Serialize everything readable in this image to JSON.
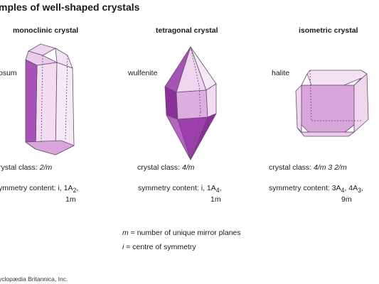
{
  "title": "mples of well-shaped crystals",
  "crystals": [
    {
      "heading": "monoclinic crystal",
      "mineral": "osum",
      "class_label": "rystal class: ",
      "class_value": "2/m",
      "sym_line1": "ymmetry content: i, 1A",
      "sym_sub": "2",
      "sym_line1_end": ",",
      "sym_line2": "1m"
    },
    {
      "heading": "tetragonal crystal",
      "mineral": "wulfenite",
      "class_label": "crystal class: ",
      "class_value": "4/m",
      "sym_line1": "symmetry content: i, 1A",
      "sym_sub": "4",
      "sym_line1_end": ",",
      "sym_line2": "1m"
    },
    {
      "heading": "isometric crystal",
      "mineral": "halite",
      "class_label": "crystal class: ",
      "class_value": "4/m 3 2/m",
      "sym_line1": "symmetry content: 3A",
      "sym_sub": "4",
      "sym_line1_mid": ", 4A",
      "sym_sub2": "3",
      "sym_line1_end": ",",
      "sym_line2": "9m"
    }
  ],
  "legend": {
    "m_symbol": "m",
    "m_text": " = number of unique mirror planes",
    "i_symbol": "i",
    "i_text": " = centre of symmetry"
  },
  "credit": "yclopædia Britannica, Inc.",
  "colors": {
    "light": "#efd6ef",
    "mid": "#d9a6dc",
    "dark": "#a653b5",
    "darkest": "#8b2f99",
    "edge": "#6a4a70"
  }
}
